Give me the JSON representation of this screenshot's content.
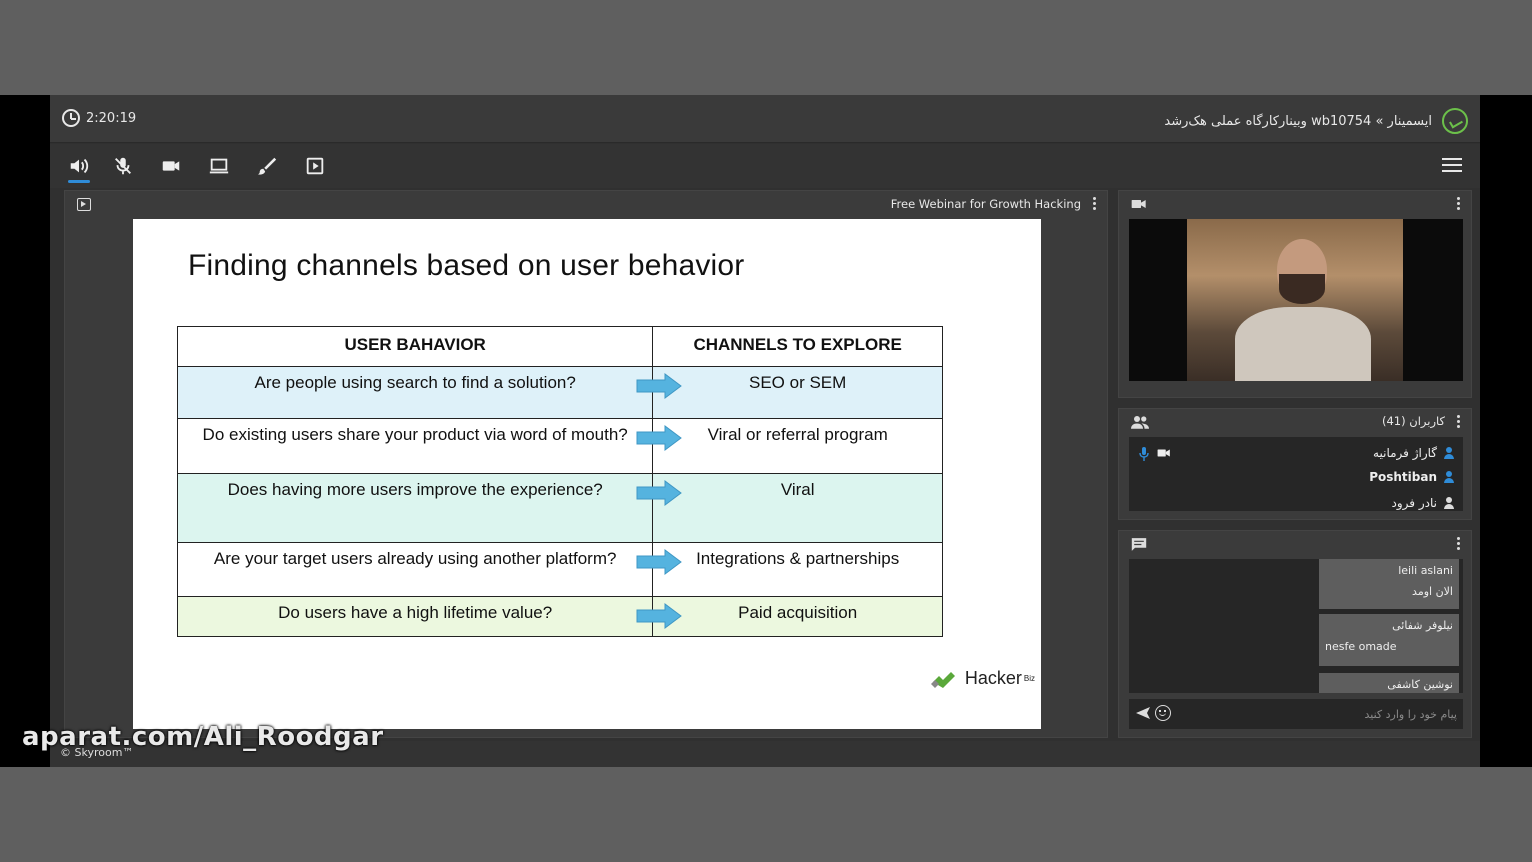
{
  "header": {
    "timer": "2:20:19",
    "room_title": "ایسمینار » wb10754 وبینارکارگاه عملی هک‌رشد"
  },
  "toolbar": {
    "icons": [
      "speaker-icon",
      "mic-off-icon",
      "camera-icon",
      "screen-share-icon",
      "brush-icon",
      "presentation-icon",
      "menu-icon"
    ]
  },
  "presentation": {
    "panel_title": "Free Webinar for Growth Hacking",
    "slide": {
      "title": "Finding channels based on user behavior",
      "headers": [
        "USER BAHAVIOR",
        "CHANNELS TO EXPLORE"
      ],
      "rows": [
        {
          "behavior": "Are people using search to find a solution?",
          "channel": "SEO or SEM",
          "color": "#def1f9"
        },
        {
          "behavior": "Do existing users share your product via word of mouth?",
          "channel": "Viral or referral program",
          "color": "#ffffff"
        },
        {
          "behavior": "Does having more users improve the experience?",
          "channel": "Viral",
          "color": "#dcf5ef"
        },
        {
          "behavior": "Are your target users already using another platform?",
          "channel": "Integrations & partnerships",
          "color": "#ffffff"
        },
        {
          "behavior": "Do users have a high lifetime value?",
          "channel": "Paid acquisition",
          "color": "#ecf8df"
        }
      ],
      "logo_text": "Hacker",
      "logo_sub": "Biz"
    }
  },
  "users": {
    "label": "کاربران (41)",
    "list": [
      {
        "name": "گاراژ فرمانیه",
        "bold": false
      },
      {
        "name": "Poshtiban",
        "bold": true
      },
      {
        "name": "نادر فرود",
        "bold": false
      }
    ]
  },
  "chat": {
    "messages": [
      {
        "who": "leili aslani",
        "text": "الان اومد"
      },
      {
        "who": "نیلوفر شفائی",
        "text": "nesfe omade"
      },
      {
        "who": "نوشین کاشفی",
        "text": ""
      }
    ],
    "input_placeholder": "پیام خود را وارد کنید"
  },
  "footer": {
    "copyright": "© Skyroom™"
  },
  "watermark": "aparat.com/Ali_Roodgar",
  "colors": {
    "accent": "#2f8cd8",
    "brand": "#6cc04a",
    "arrow": "#55b3df"
  }
}
